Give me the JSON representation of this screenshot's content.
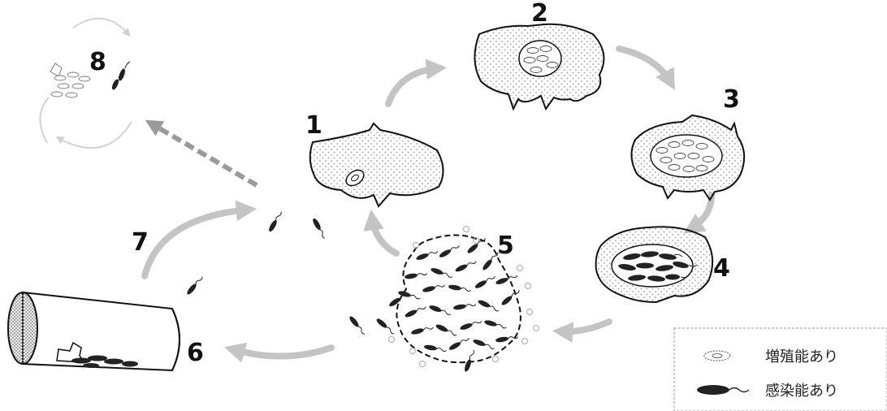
{
  "stages": [
    {
      "id": 1,
      "label": "1"
    },
    {
      "id": 2,
      "label": "2"
    },
    {
      "id": 3,
      "label": "3"
    },
    {
      "id": 4,
      "label": "4"
    },
    {
      "id": 5,
      "label": "5"
    },
    {
      "id": 6,
      "label": "6"
    },
    {
      "id": 7,
      "label": "7"
    },
    {
      "id": 8,
      "label": "8"
    }
  ],
  "legend": {
    "items": [
      {
        "label": "増殖能あり",
        "icon": "replicative-form-icon"
      },
      {
        "label": "感染能あり",
        "icon": "infective-form-icon"
      }
    ]
  },
  "colors": {
    "outline": "#111111",
    "arrow": "#c4c4c4",
    "dash_arrow": "#9a9a9a",
    "dots": "#9a9a9a"
  }
}
